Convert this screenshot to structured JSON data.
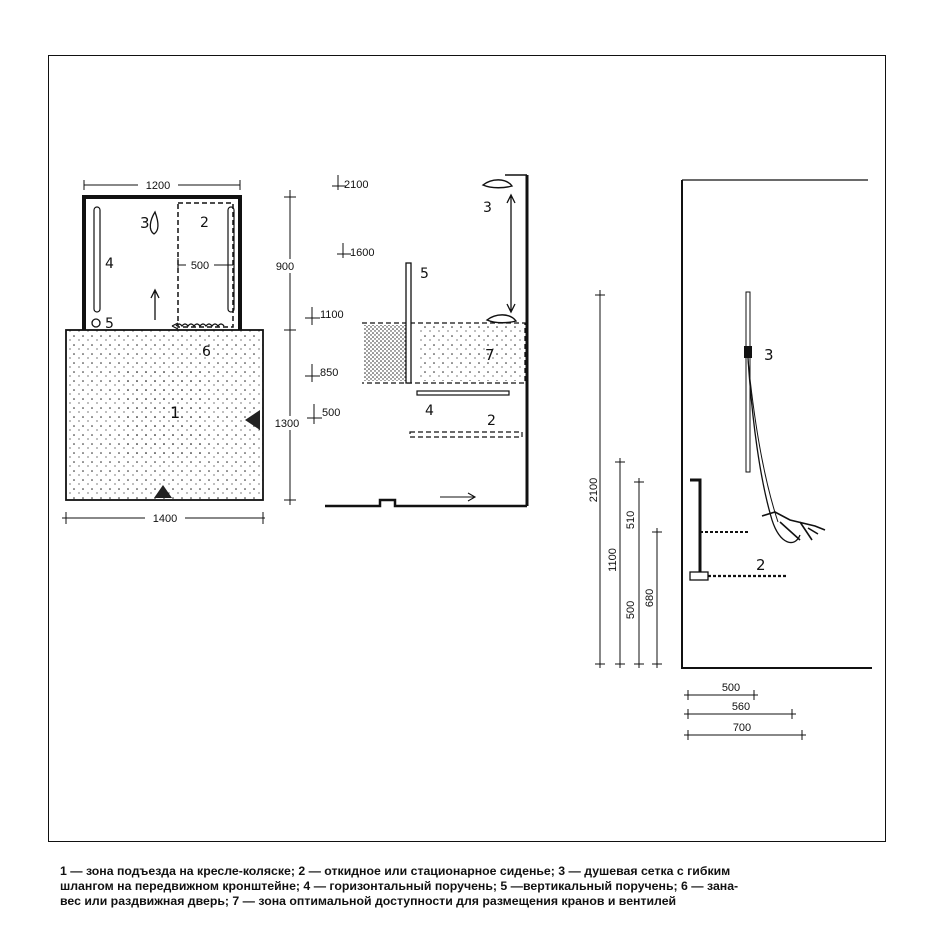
{
  "plan": {
    "dims": {
      "width_top": "1200",
      "width_bottom": "1400",
      "depth_shower": "900",
      "depth_approach": "1300",
      "inner": "500"
    },
    "labels": {
      "n1": "1",
      "n2": "2",
      "n3": "3",
      "n4": "4",
      "n5": "5",
      "n6": "6"
    }
  },
  "elevation": {
    "heights": [
      "2100",
      "1600",
      "1100",
      "850",
      "500"
    ],
    "labels": {
      "n2": "2",
      "n3": "3",
      "n4": "4",
      "n5": "5",
      "n7": "7"
    }
  },
  "side_view": {
    "vertical_dims": [
      "2100",
      "1100",
      "510",
      "500",
      "680"
    ],
    "horizontal_dims": [
      "500",
      "560",
      "700"
    ],
    "labels": {
      "n2": "2",
      "n3": "3"
    }
  },
  "caption": {
    "line1": "1 — зона подъезда на кресле-коляске; 2 — откидное или стационарное сиденье; 3 — душевая сетка с гибким",
    "line2": "шлангом на передвижном кронштейне; 4 — горизонтальный поручень; 5 —вертикальный поручень; 6 — зана-",
    "line3": "вес или раздвижная дверь; 7 — зона оптимальной доступности для размещения кранов и вентилей"
  }
}
